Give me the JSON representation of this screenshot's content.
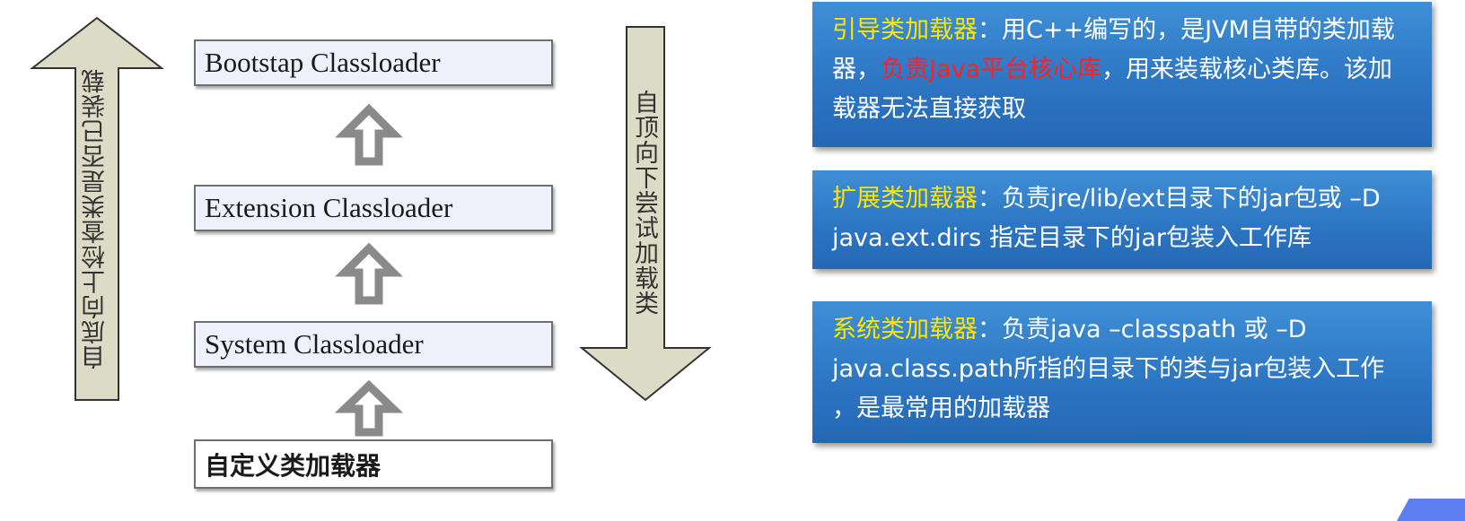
{
  "loaders": {
    "bootstrap": "Bootstap Classloader",
    "extension": "Extension Classloader",
    "system": "System Classloader",
    "custom": "自定义类加载器"
  },
  "arrows": {
    "up_label": "自底向上检查类是否已装载",
    "down_label": "自顶向下尝试加载类"
  },
  "info": {
    "bootstrap": {
      "title": "引导类加载器",
      "sep": "：",
      "text1": "用C++编写的，是JVM自带的类加载器，",
      "highlight": "负责Java平台核心库",
      "text2": "，用来装载核心类库。该加载器无法直接获取"
    },
    "extension": {
      "title": "扩展类加载器",
      "sep": "：",
      "text": "负责jre/lib/ext目录下的jar包或 –D java.ext.dirs 指定目录下的jar包装入工作库"
    },
    "system": {
      "title": "系统类加载器",
      "sep": "：",
      "text": "负责java –classpath 或 –D java.class.path所指的目录下的类与jar包装入工作 ，是最常用的加载器"
    }
  },
  "colors": {
    "arrow_fill": "#dcdcc6",
    "arrow_stroke": "#333333",
    "hollow_arrow": "#8a8a8a",
    "panel_blue": "#2d76c3",
    "title_yellow": "#ffe600",
    "highlight_red": "#ff2020",
    "corner_accent": "#5b7ff0"
  }
}
